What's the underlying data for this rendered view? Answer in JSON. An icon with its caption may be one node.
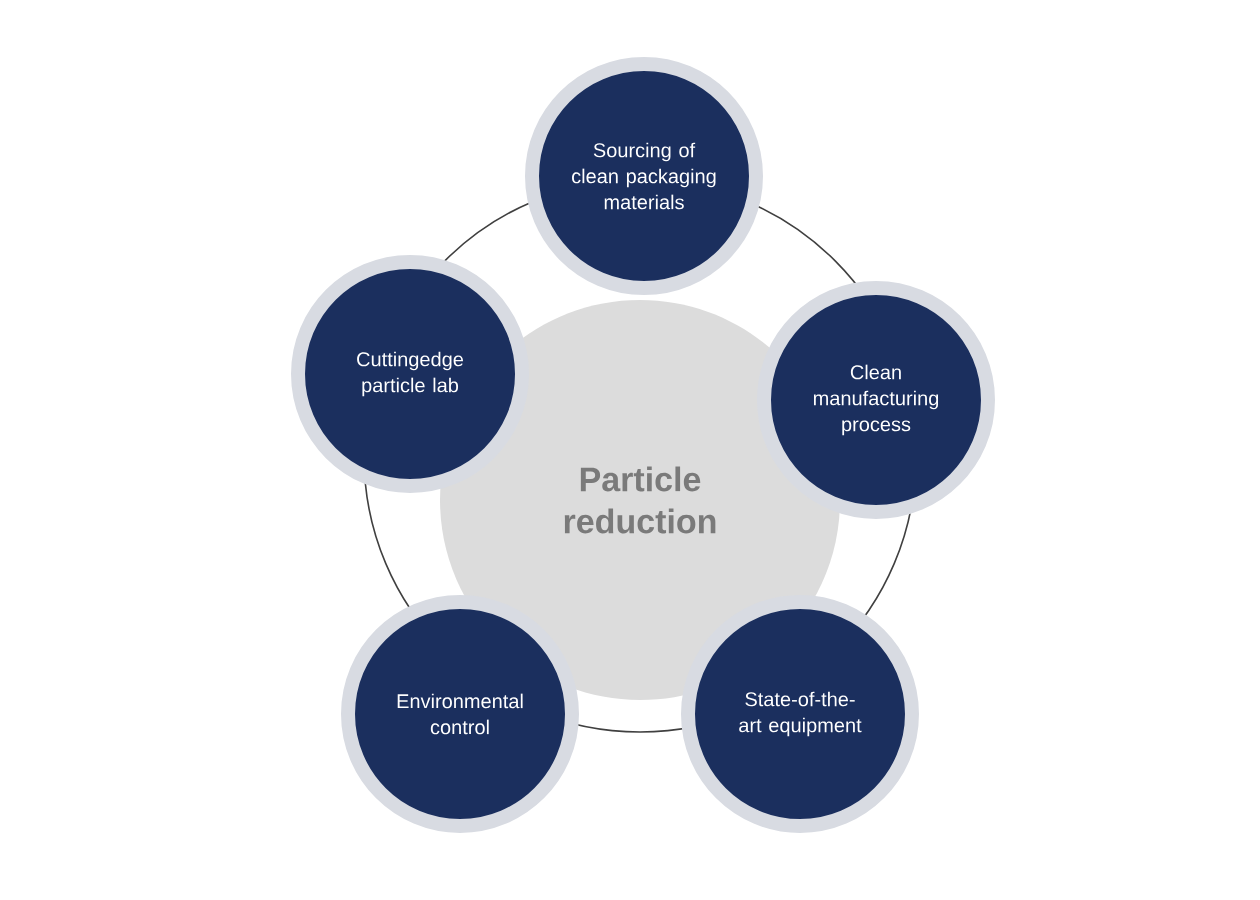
{
  "diagram": {
    "nodes": [
      {
        "text": [
          "Particle reduction"
        ]
      },
      {
        "text": [
          "Sourcing of clean packaging materials"
        ]
      },
      {
        "text": [
          "Clean manufacturing process"
        ]
      },
      {
        "text": [
          "State-of-the-art equipment"
        ]
      },
      {
        "text": [
          "Environmental control"
        ]
      },
      {
        "text": [
          "Cuttingedge particle lab"
        ]
      }
    ]
  }
}
